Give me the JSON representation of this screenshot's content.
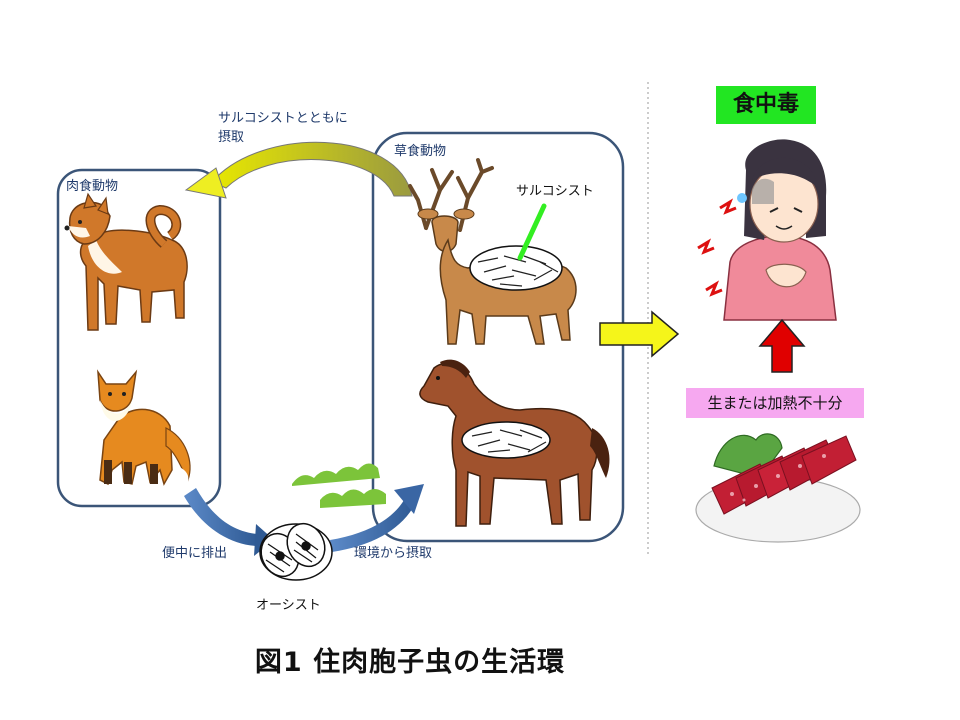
{
  "diagram": {
    "carnivore_label": "肉食動物",
    "herbivore_label": "草食動物",
    "transfer_label_line1": "サルコシストとともに",
    "transfer_label_line2": "摂取",
    "sarcocyst_label": "サルコシスト",
    "excretion_label": "便中に排出",
    "environment_label": "環境から摂取",
    "oocyst_label": "オーシスト"
  },
  "food_poisoning": {
    "title": "食中毒",
    "cause_label": "生または加熱不十分"
  },
  "caption": "図1  住肉胞子虫の生活環",
  "colors": {
    "panel_border": "#3b5578",
    "yellow_arrow": "#f2f21a",
    "green_pointer": "#33ee22",
    "red_arrow": "#e00000",
    "blue_arrow": "#4d79b5",
    "title_bg": "#22e622",
    "cause_bg": "#f6a8f0"
  }
}
